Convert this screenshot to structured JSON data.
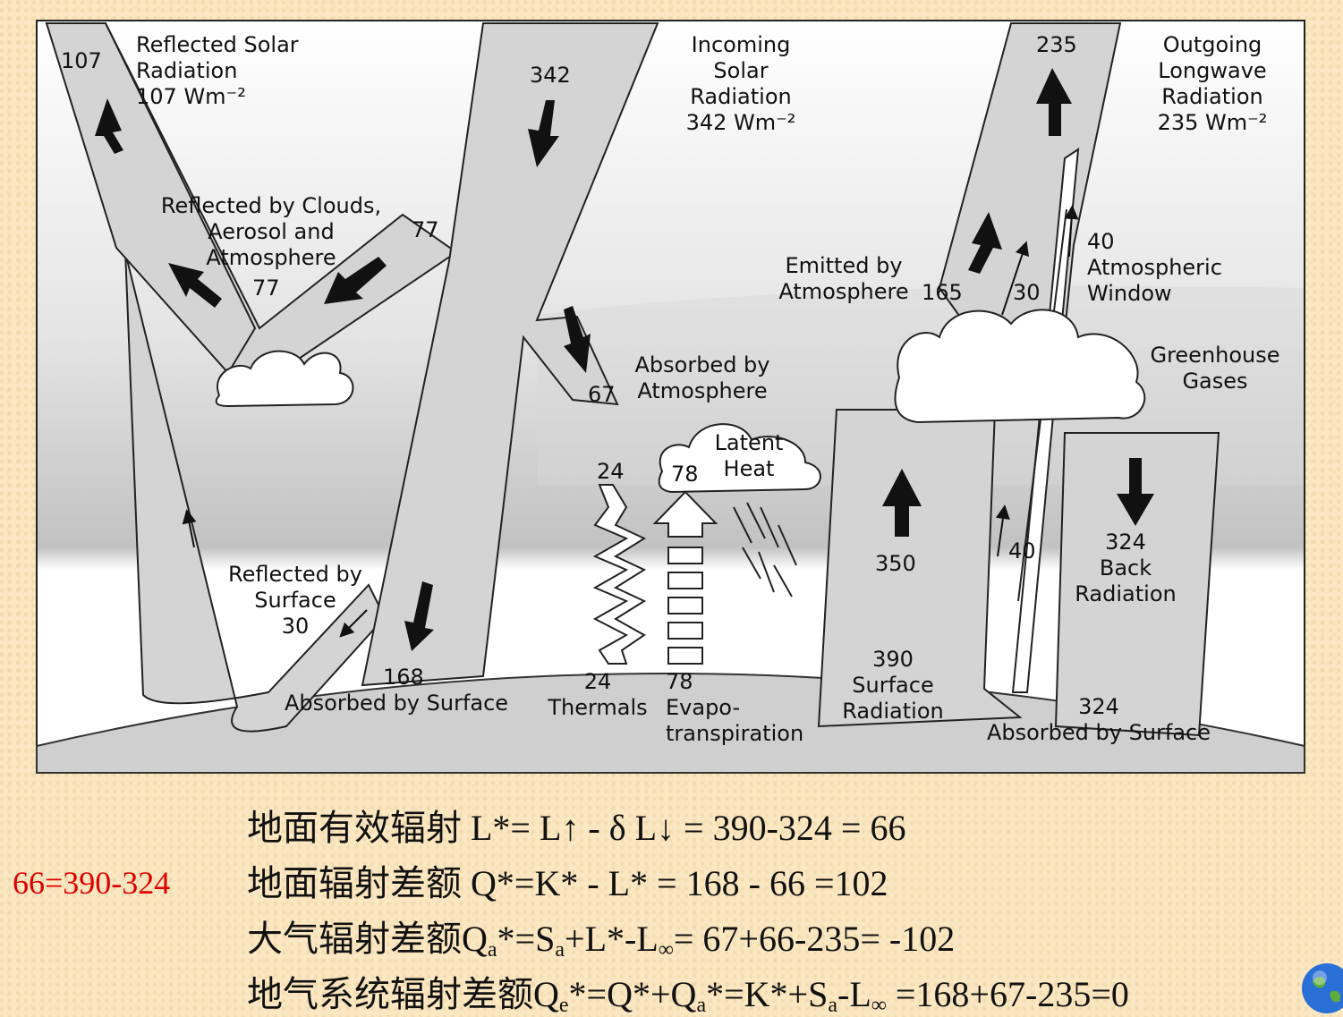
{
  "diagram": {
    "labels": {
      "reflected_solar": [
        "Reflected Solar",
        "Radiation",
        "107 Wm⁻²"
      ],
      "reflected_solar_value": "107",
      "incoming_value": "342",
      "incoming_solar": [
        "Incoming",
        "Solar",
        "Radiation",
        "342 Wm⁻²"
      ],
      "olr_value": "235",
      "olr": [
        "Outgoing",
        "Longwave",
        "Radiation",
        "235 Wm⁻²"
      ],
      "reflected_clouds": [
        "Reflected by Clouds,",
        "Aerosol and",
        "Atmosphere"
      ],
      "reflected_clouds_value_a": "77",
      "reflected_clouds_value_b": "77",
      "emitted_atmos": [
        "Emitted by",
        "Atmosphere"
      ],
      "emitted_atmos_value": "165",
      "emitted_clouds_value": "30",
      "window": [
        "40",
        "Atmospheric",
        "Window"
      ],
      "greenhouse": [
        "Greenhouse",
        "Gases"
      ],
      "absorbed_atmos_value": "67",
      "absorbed_atmos": [
        "Absorbed by",
        "Atmosphere"
      ],
      "latent_heat": [
        "Latent",
        "Heat"
      ],
      "thermals_up_value": "24",
      "evapo_up_value": "78",
      "surface_rad_up_value": "350",
      "window_up_value": "40",
      "back_rad": [
        "324",
        "Back",
        "Radiation"
      ],
      "reflected_surface": [
        "Reflected by",
        "Surface",
        "30"
      ],
      "absorbed_surface_value": "168",
      "absorbed_surface": "Absorbed by Surface",
      "thermals": [
        "24",
        "Thermals"
      ],
      "evapo": [
        "78",
        "Evapo-",
        "transpiration"
      ],
      "surface_radiation": [
        "390",
        "Surface",
        "Radiation"
      ],
      "absorbed_surface2": [
        "324",
        "Absorbed by Surface"
      ]
    }
  },
  "formulas": {
    "line1": "地面有效辐射 L*= L↑ - δ L↓ = 390-324 = 66",
    "line2": "地面辐射差额 Q*=K* - L* = 168 - 66 =102",
    "line3": {
      "a": "大气辐射差额Q",
      "b": "a",
      "c": "*=S",
      "d": "a",
      "e": "+L*-L",
      "f": "∞",
      "g": "= 67+66-235= -102"
    },
    "line4": {
      "a": "地气系统辐射差额Q",
      "b": "e",
      "c": "*=Q*+Q",
      "d": "a",
      "e": "*=K*+S",
      "f": "a",
      "g": "-L",
      "h": "∞",
      "i": " =168+67-235=0"
    }
  },
  "side_note": "66=390-324"
}
